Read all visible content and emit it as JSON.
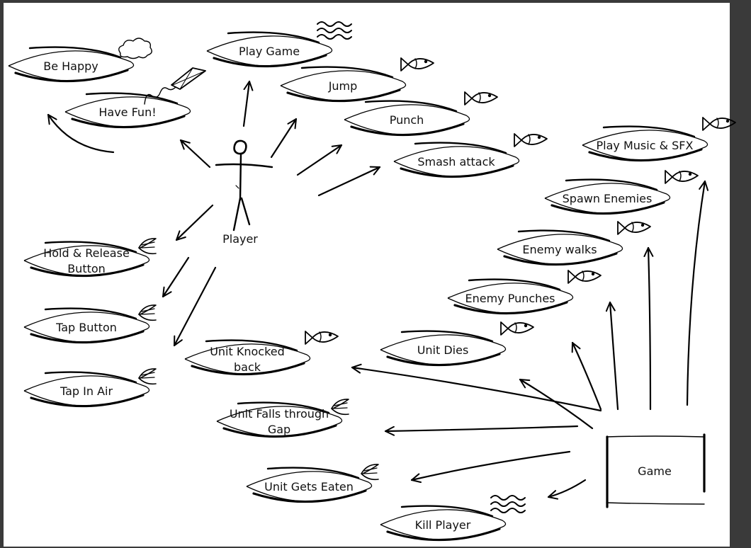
{
  "colors": {
    "page": "#ffffff",
    "ink": "#000000",
    "backdrop": "#3a3a3a"
  },
  "actors": {
    "player": {
      "label": "Player"
    },
    "game": {
      "label": "Game"
    }
  },
  "use_cases": {
    "be_happy": {
      "lines": [
        "Be Happy"
      ],
      "decoration": "cloud-icon"
    },
    "have_fun": {
      "lines": [
        "Have Fun!"
      ],
      "decoration": "kite-icon"
    },
    "play_game": {
      "lines": [
        "Play Game"
      ],
      "decoration": "waves-icon"
    },
    "jump": {
      "lines": [
        "Jump"
      ],
      "decoration": "fish-icon"
    },
    "punch": {
      "lines": [
        "Punch"
      ],
      "decoration": "fish-icon"
    },
    "smash_attack": {
      "lines": [
        "Smash attack"
      ],
      "decoration": "fish-icon"
    },
    "hold_release": {
      "lines": [
        "Hold & Release",
        "Button"
      ],
      "decoration": "fin-icon"
    },
    "tap_button": {
      "lines": [
        "Tap Button"
      ],
      "decoration": "fin-icon"
    },
    "tap_in_air": {
      "lines": [
        "Tap In Air"
      ],
      "decoration": "fin-icon"
    },
    "unit_knocked_back": {
      "lines": [
        "Unit Knocked",
        "back"
      ],
      "decoration": "fish-icon"
    },
    "unit_falls": {
      "lines": [
        "Unit Falls through",
        "Gap"
      ],
      "decoration": "fin-icon"
    },
    "unit_gets_eaten": {
      "lines": [
        "Unit Gets Eaten"
      ],
      "decoration": "fin-icon"
    },
    "kill_player": {
      "lines": [
        "Kill Player"
      ],
      "decoration": "waves-icon"
    },
    "play_music": {
      "lines": [
        "Play Music & SFX"
      ],
      "decoration": "fish-icon"
    },
    "spawn_enemies": {
      "lines": [
        "Spawn Enemies"
      ],
      "decoration": "fish-icon"
    },
    "enemy_walks": {
      "lines": [
        "Enemy walks"
      ],
      "decoration": "fish-icon"
    },
    "enemy_punches": {
      "lines": [
        "Enemy Punches"
      ],
      "decoration": "fish-icon"
    },
    "unit_dies": {
      "lines": [
        "Unit Dies"
      ],
      "decoration": "fish-icon"
    }
  }
}
